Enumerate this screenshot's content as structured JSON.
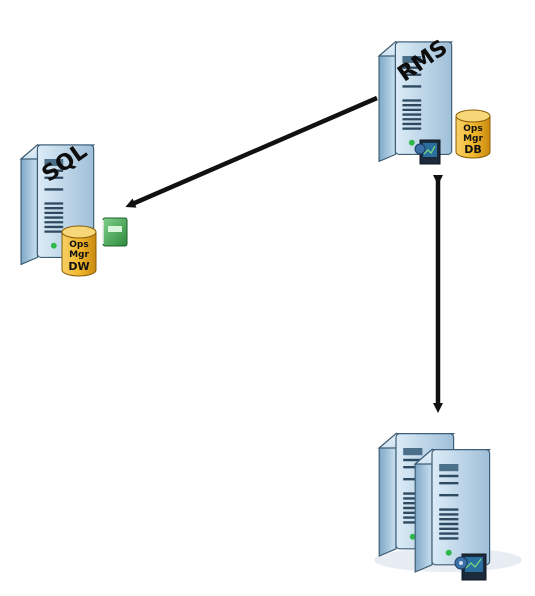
{
  "nodes": {
    "rms": {
      "label": "RMS",
      "db_badge": {
        "line1": "Ops",
        "line2": "Mgr",
        "line3": "DB"
      }
    },
    "sql": {
      "label": "SQL",
      "db_badge": {
        "line1": "Ops",
        "line2": "Mgr",
        "line3": "DW"
      }
    },
    "management_servers": {}
  },
  "icons": [
    "server-rack-icon",
    "database-cylinder-icon",
    "report-book-icon",
    "monitor-gear-icon"
  ],
  "colors": {
    "server_body_light": "#cfe5f3",
    "server_body_dark": "#6f9cbf",
    "server_front": "#a9c6dc",
    "db_gold": "#f2b82e",
    "db_gold_dark": "#c98a10",
    "report_green": "#3aa84a",
    "arrow": "#111111"
  }
}
